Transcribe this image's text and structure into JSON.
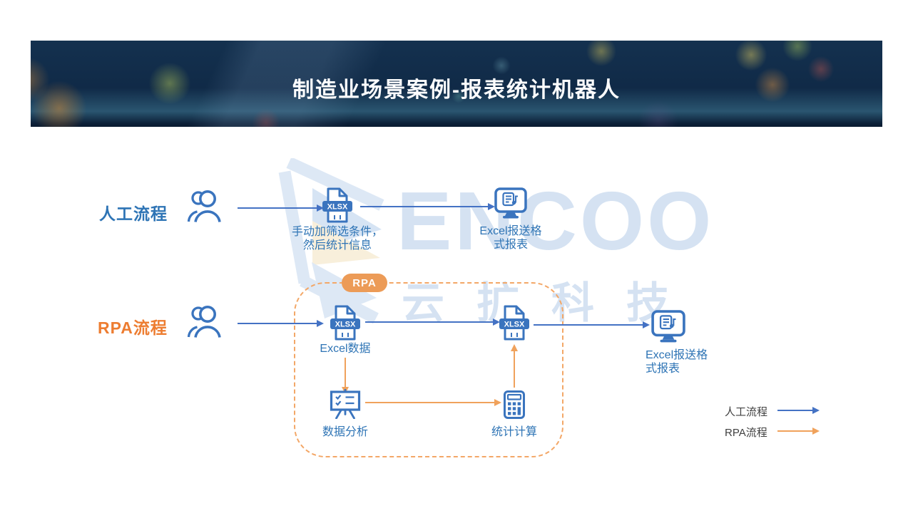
{
  "slide": {
    "title": "制造业场景案例-报表统计机器人"
  },
  "watermark": {
    "brand_en": "ENCOO",
    "brand_cn": "云扩科技"
  },
  "manual_flow": {
    "label": "人工流程",
    "xlsx_badge": "XLSX",
    "filter_caption_line1": "手动加筛选条件，",
    "filter_caption_line2": "然后统计信息",
    "report_caption_line1": "Excel报送格",
    "report_caption_line2": "式报表"
  },
  "rpa_flow": {
    "label": "RPA流程",
    "badge": "RPA",
    "xlsx_badge": "XLSX",
    "excel_data_caption": "Excel数据",
    "analysis_caption": "数据分析",
    "calc_caption": "统计计算",
    "report_caption_line1": "Excel报送格",
    "report_caption_line2": "式报表"
  },
  "legend": {
    "manual_label": "人工流程",
    "rpa_label": "RPA流程"
  },
  "colors": {
    "blue_text": "#2E74B5",
    "orange_text": "#ED7D31",
    "icon_blue": "#3A74BE",
    "arrow_blue": "#4472C4",
    "arrow_orange": "#F0A25C",
    "badge_fill": "#EC9B57",
    "dashed_border": "#F3A767",
    "legend_text": "#404040",
    "watermark_blue": "#CBDCEF",
    "banner_navy": "#102A47"
  }
}
